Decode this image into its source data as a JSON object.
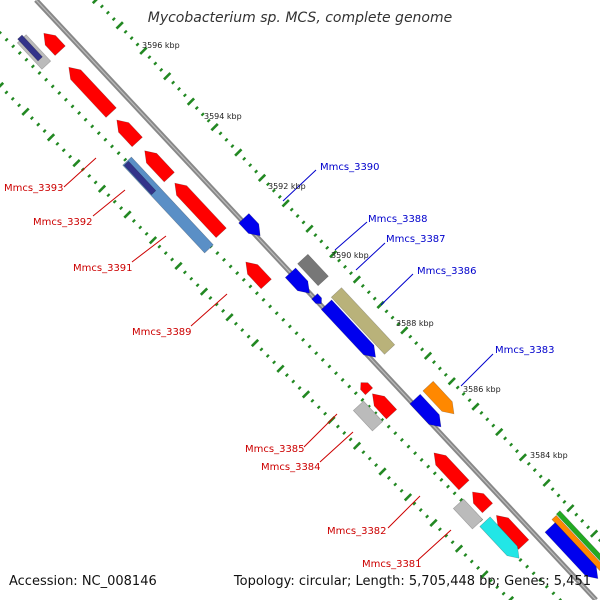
{
  "title": "Mycobacterium sp. MCS, complete genome",
  "accession_text": "Accession: NC_008146",
  "summary_text": "Topology: circular; Length: 5,705,448 bp; Genes: 5,451",
  "scale_labels": [
    "3596 kbp",
    "3594 kbp",
    "3592 kbp",
    "3590 kbp",
    "3588 kbp",
    "3586 kbp",
    "3584 kbp"
  ],
  "gene_labels": {
    "mmcs_3393": "Mmcs_3393",
    "mmcs_3392": "Mmcs_3392",
    "mmcs_3391": "Mmcs_3391",
    "mmcs_3389": "Mmcs_3389",
    "mmcs_3390": "Mmcs_3390",
    "mmcs_3388": "Mmcs_3388",
    "mmcs_3387": "Mmcs_3387",
    "mmcs_3386": "Mmcs_3386",
    "mmcs_3383": "Mmcs_3383",
    "mmcs_3385": "Mmcs_3385",
    "mmcs_3384": "Mmcs_3384",
    "mmcs_3382": "Mmcs_3382",
    "mmcs_3381": "Mmcs_3381"
  },
  "colors": {
    "reverse_label": "#cc0000",
    "forward_label": "#0000cc",
    "backbone": "#888888",
    "tick": "#228822",
    "gene_red": "#ff0000",
    "gene_blue": "#0000ee",
    "gene_steelblue": "#5a8fc6",
    "gene_navy": "#33338a",
    "gene_gray": "#777777",
    "gene_lightgray": "#bbbbbb",
    "gene_khaki": "#b9b27a",
    "gene_orange": "#ff8800",
    "gene_cyan": "#22e6e6",
    "gene_green": "#22aa22"
  }
}
